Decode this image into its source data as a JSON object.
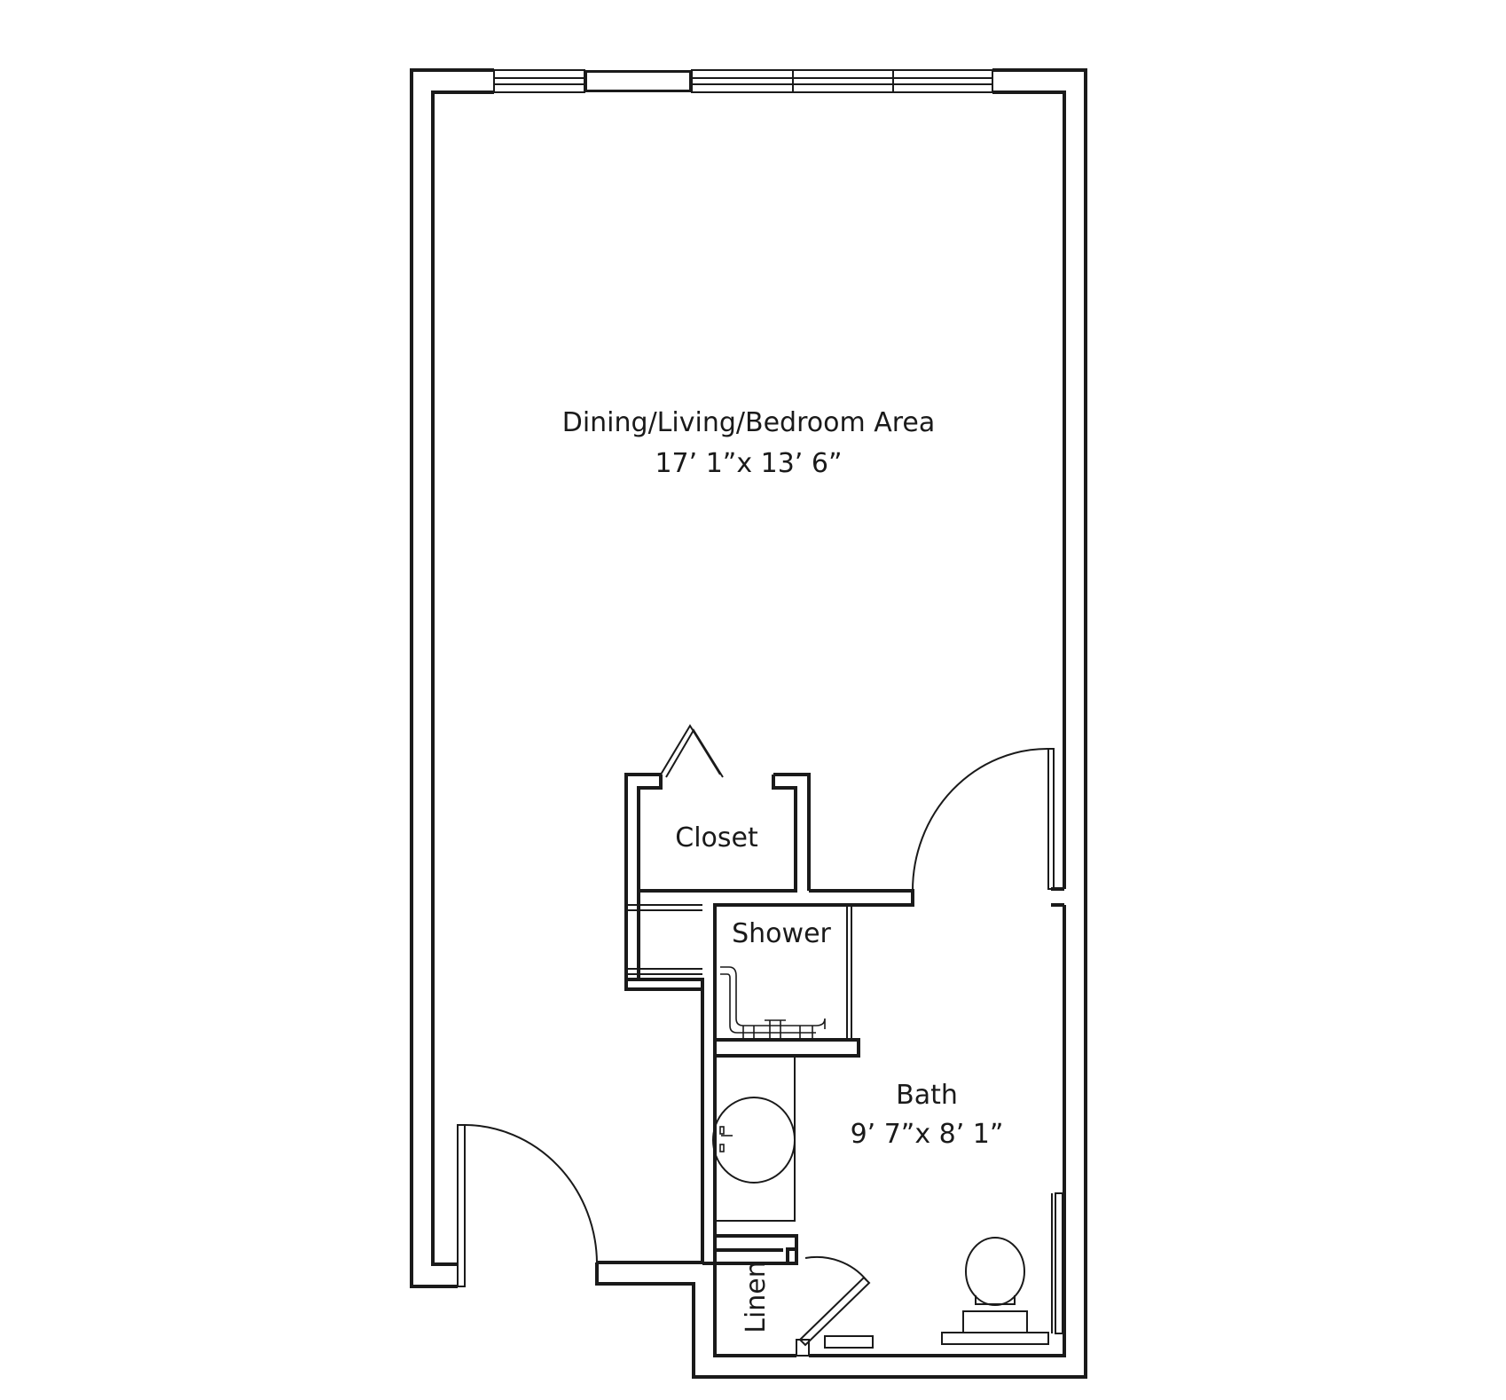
{
  "rooms": {
    "main": {
      "name": "Dining/Living/Bedroom Area",
      "dimensions": "17’ 1”x 13’ 6”"
    },
    "closet": {
      "name": "Closet"
    },
    "shower": {
      "name": "Shower"
    },
    "bath": {
      "name": "Bath",
      "dimensions": "9’ 7”x 8’ 1”"
    },
    "linen": {
      "name": "Linen"
    }
  }
}
